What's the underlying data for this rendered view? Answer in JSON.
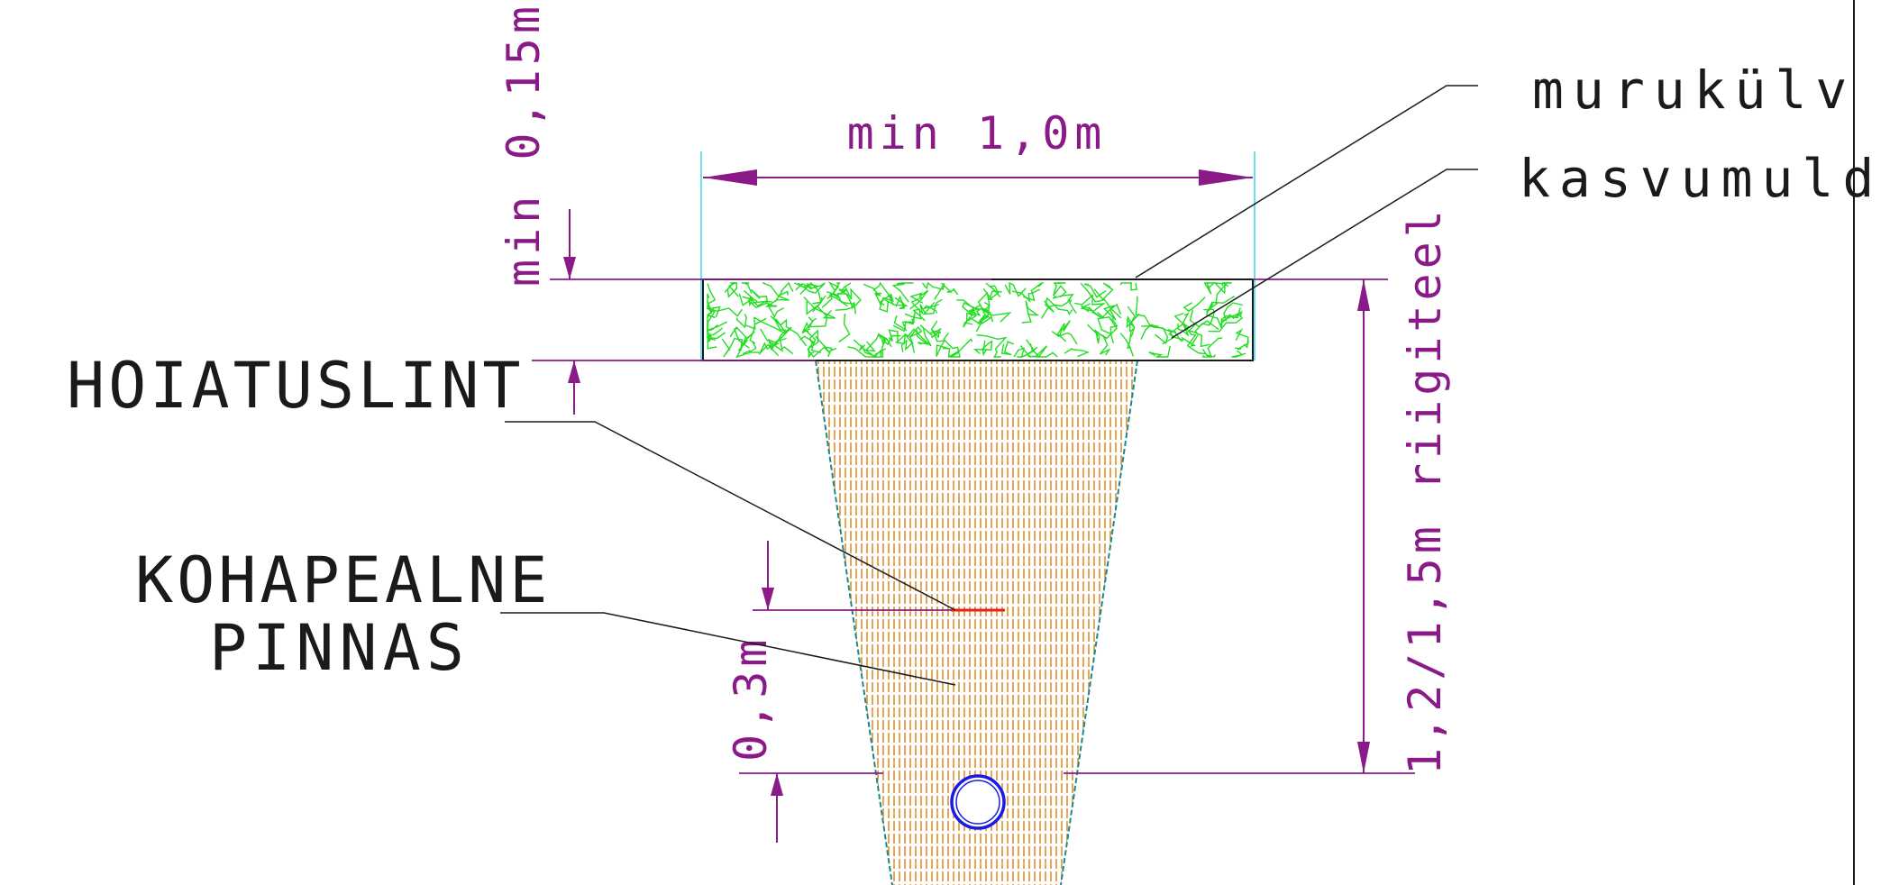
{
  "labels": {
    "topsoil_grass": "murukülv",
    "topsoil": "kasvumuld",
    "warning_tape": "HOIATUSLINT",
    "local_soil_line1": "KOHAPEALNE",
    "local_soil_line2": "PINNAS"
  },
  "dimensions": {
    "width": "min 1,0m",
    "top_layer": "min 0,15m",
    "depth": "1,2/1,5m riigiteel",
    "tape_depth": "0,3m"
  },
  "colors": {
    "dimension": "#8b1a89",
    "leader": "#1a1a1a",
    "grass_hatch": "#22dd22",
    "soil_hatch": "#e0902a",
    "trench_edge": "#1a8a8a",
    "pipe": "#1a1ae6",
    "warning_tape": "#e6201a",
    "extension_cyan": "#3ed6e6"
  }
}
